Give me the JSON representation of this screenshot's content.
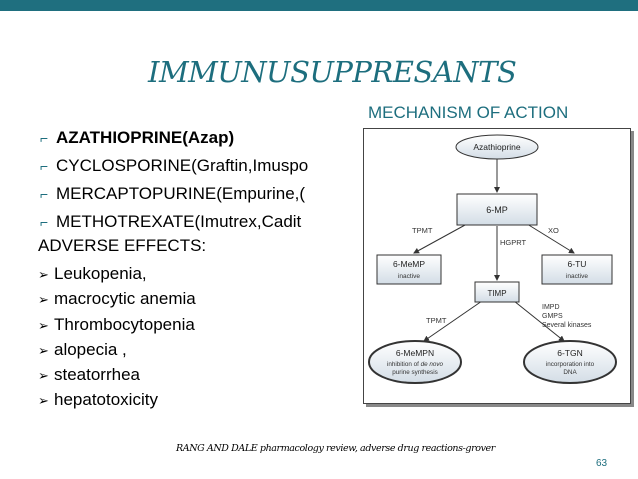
{
  "slide": {
    "title": "IMMUNUSUPPRESANTS",
    "mechanism_heading": "MECHANISM OF ACTION",
    "drugs": [
      {
        "marker": "⌐",
        "text": "AZATHIOPRINE(Azap)"
      },
      {
        "marker": "⌐",
        "text": "CYCLOSPORINE(Graftin,Imuspo"
      },
      {
        "marker": "⌐",
        "text": "MERCAPTOPURINE(Empurine,("
      },
      {
        "marker": "⌐",
        "text": "METHOTREXATE(Imutrex,Cadit"
      }
    ],
    "adverse_heading": "ADVERSE EFFECTS:",
    "adverse_effects": [
      "Leukopenia,",
      "macrocytic anemia",
      "Thrombocytopenia",
      "alopecia ,",
      "steatorrhea",
      "hepatotoxicity"
    ],
    "footer": "RANG AND DALE pharmacology review, adverse drug reactions-grover",
    "page_number": "63",
    "bullet_arrow": "➢",
    "accent_color": "#1d6e7e"
  },
  "diagram": {
    "azathioprine": "Azathioprine",
    "six_mp": "6-MP",
    "tpmt_1": "TPMT",
    "hgprt": "HGPRT",
    "xo": "XO",
    "six_memp": "6-MeMP",
    "six_memp_sub": "inactive",
    "six_tu": "6-TU",
    "six_tu_sub": "inactive",
    "timp": "TIMP",
    "tpmt_2": "TPMT",
    "impd": "IMPD",
    "gmps": "GMPS",
    "kinases": "Several kinases",
    "six_mempn": "6-MeMPN",
    "six_mempn_sub1_pre": "inhibition of ",
    "six_mempn_sub1_ital": "de novo",
    "six_mempn_sub2": "purine synthesis",
    "six_tgn": "6-TGN",
    "six_tgn_sub1": "incorporation into",
    "six_tgn_sub2": "DNA"
  }
}
